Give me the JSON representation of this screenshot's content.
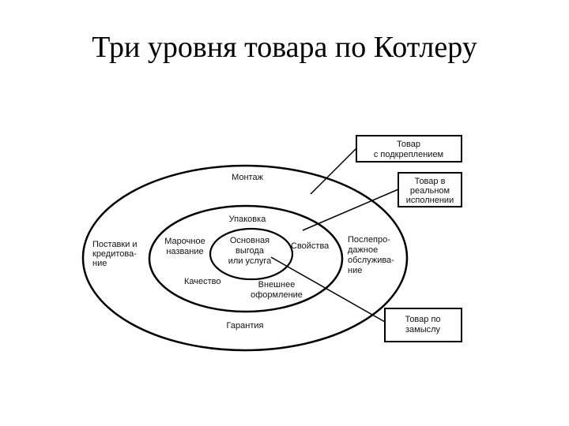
{
  "slide": {
    "title": "Три уровня товара по Котлеру"
  },
  "diagram": {
    "outer_ring": {
      "top": "Монтаж",
      "bottom": "Гарантия",
      "left_lines": [
        "Поставки и",
        "кредитова-",
        "ние"
      ],
      "right_lines": [
        "Послепро-",
        "дажное",
        "обслужива-",
        "ние"
      ]
    },
    "middle_ring": {
      "top": "Упаковка",
      "left_lines": [
        "Марочное",
        "название"
      ],
      "right": "Свойства",
      "bottom_left": "Качество",
      "bottom_right_lines": [
        "Внешнее",
        "оформление"
      ]
    },
    "core": {
      "lines": [
        "Основная",
        "выгода",
        "или услуга"
      ]
    },
    "callouts": {
      "augmented": [
        "Товар",
        "с подкреплением"
      ],
      "actual": [
        "Товар в",
        "реальном",
        "исполнении"
      ],
      "core": [
        "Товар по",
        "замыслу"
      ]
    }
  }
}
